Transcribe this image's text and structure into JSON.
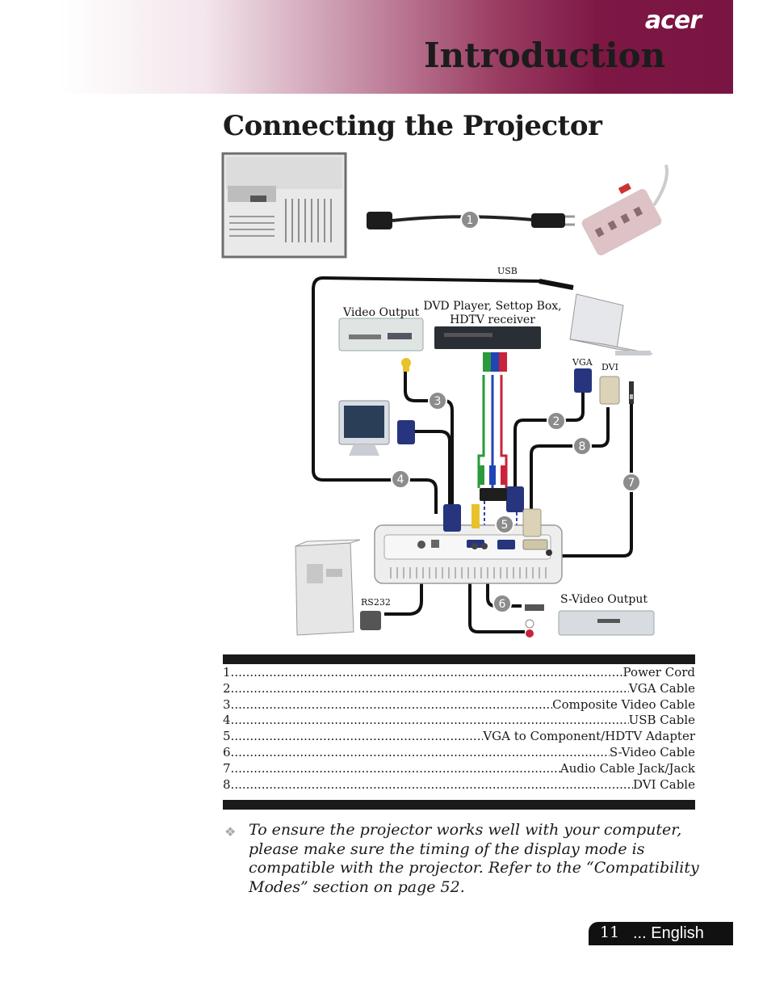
{
  "header": {
    "brand": "acer",
    "section_title": "Introduction"
  },
  "page_title": "Connecting the Projector",
  "diagram": {
    "labels": {
      "usb": "USB",
      "video_output": "Video Output",
      "dvd_line1": "DVD Player, Settop Box,",
      "dvd_line2": "HDTV receiver",
      "vga": "VGA",
      "dvi": "DVI",
      "rs232": "RS232",
      "svideo_output": "S-Video Output"
    },
    "callouts": [
      "1",
      "2",
      "3",
      "4",
      "5",
      "6",
      "7",
      "8"
    ]
  },
  "legend": [
    {
      "num": "1.",
      "text": "Power Cord"
    },
    {
      "num": "2.",
      "text": "VGA Cable"
    },
    {
      "num": "3.",
      "text": "Composite Video Cable"
    },
    {
      "num": "4.",
      "text": "USB Cable"
    },
    {
      "num": "5.",
      "text": "VGA to Component/HDTV Adapter"
    },
    {
      "num": "6.",
      "text": "S-Video Cable"
    },
    {
      "num": "7.",
      "text": "Audio Cable Jack/Jack"
    },
    {
      "num": "8.",
      "text": "DVI Cable"
    }
  ],
  "note": {
    "icon": "diamond-bullet-icon",
    "text": "To ensure the projector works well with your computer, please make sure the timing of the display mode is compatible with the projector. Refer to the “Compatibility Modes” section on page 52."
  },
  "footer": {
    "page_number": "11",
    "language": "... English"
  },
  "colors": {
    "brand": "#7a1442",
    "cable": "#111111",
    "badge": "#8c8c8c"
  }
}
